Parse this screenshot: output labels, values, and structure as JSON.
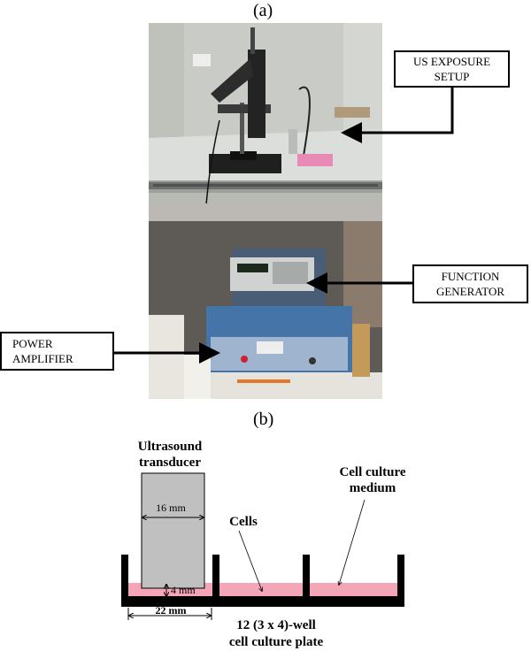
{
  "panel_a": {
    "label": "(a)",
    "callouts": {
      "us_exposure": "US EXPOSURE\nSETUP",
      "function_generator": "FUNCTION\nGENERATOR",
      "power_amplifier": "POWER\nAMPLIFIER"
    }
  },
  "panel_b": {
    "label": "(b)",
    "transducer_label_line1": "Ultrasound",
    "transducer_label_line2": "transducer",
    "dim_transducer_width": "16 mm",
    "dim_medium_height": "4 mm",
    "dim_well_width": "22 mm",
    "cells_label": "Cells",
    "medium_label_line1": "Cell culture",
    "medium_label_line2": "medium",
    "plate_label_line1": "12 (3 x 4)-well",
    "plate_label_line2": "cell culture plate",
    "colors": {
      "medium": "#f4a6b8",
      "transducer": "#c0c0c0",
      "plate": "#000000"
    }
  }
}
